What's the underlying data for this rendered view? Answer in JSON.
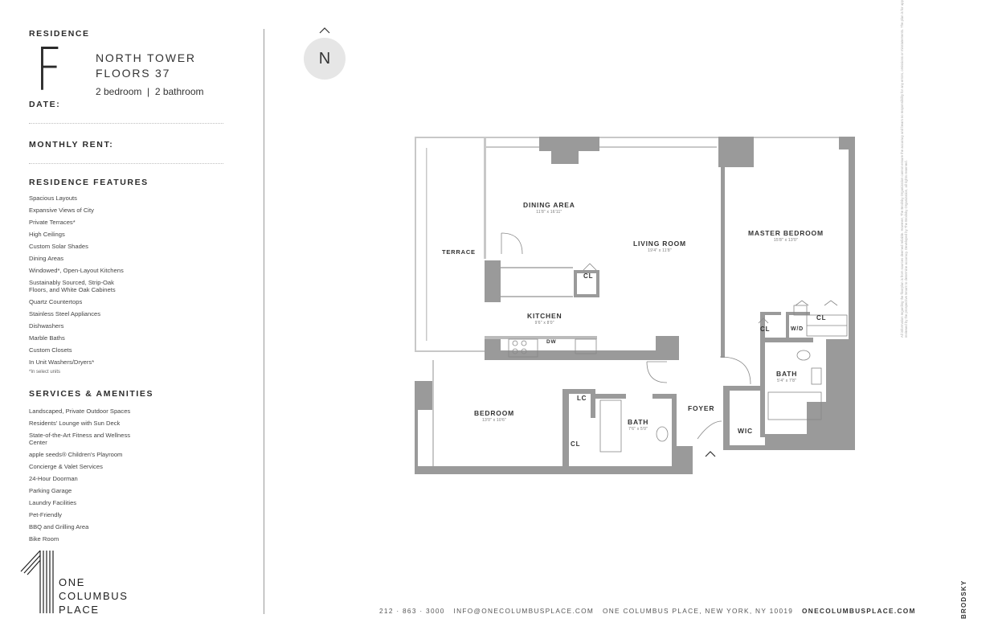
{
  "header": {
    "residence_label": "RESIDENCE",
    "residence_letter": "F",
    "tower": "NORTH TOWER",
    "floors": "FLOORS 37",
    "beds_baths": "2 bedroom  |  2 bathroom",
    "date_label": "DATE:",
    "monthly_rent_label": "MONTHLY RENT:"
  },
  "features": {
    "title": "RESIDENCE FEATURES",
    "items": [
      "Spacious Layouts",
      "Expansive Views of City",
      "Private Terraces*",
      "High Ceilings",
      "Custom Solar Shades",
      "Dining Areas",
      "Windowed*, Open-Layout Kitchens",
      "Sustainably Sourced, Strip-Oak\nFloors, and White Oak Cabinets",
      "Quartz Countertops",
      "Stainless Steel Appliances",
      "Dishwashers",
      "Marble Baths",
      "Custom Closets",
      "In Unit Washers/Dryers*"
    ],
    "footnote": "*In select units"
  },
  "amenities": {
    "title": "SERVICES & AMENITIES",
    "items": [
      "Landscaped, Private Outdoor Spaces",
      "Residents' Lounge with Sun Deck",
      "State-of-the-Art Fitness and Wellness\nCenter",
      "apple seeds® Children's Playroom",
      "Concierge & Valet Services",
      "24-Hour Doorman",
      "Parking Garage",
      "Laundry Facilities",
      "Pet-Friendly",
      "BBQ and Grilling Area",
      "Bike Room"
    ]
  },
  "logo": {
    "line1": "ONE",
    "line2": "COLUMBUS",
    "line3": "PLACE"
  },
  "compass": {
    "letter": "N"
  },
  "floorplan": {
    "rooms": {
      "dining": {
        "name": "DINING AREA",
        "dim": "11'8\" x 16'11\""
      },
      "living": {
        "name": "LIVING ROOM",
        "dim": "19'4\" x 11'8\""
      },
      "master": {
        "name": "MASTER BEDROOM",
        "dim": "15'8\" x 13'0\""
      },
      "terrace": {
        "name": "TERRACE"
      },
      "kitchen": {
        "name": "KITCHEN",
        "dim": "9'6\" x 8'0\""
      },
      "bedroom": {
        "name": "BEDROOM",
        "dim": "13'0\" x 10'6\""
      },
      "bath1": {
        "name": "BATH",
        "dim": "7'6\" x 5'0\""
      },
      "bath2": {
        "name": "BATH",
        "dim": "5'4\" x 7'8\""
      },
      "foyer": {
        "name": "FOYER"
      },
      "wic": {
        "name": "WIC"
      },
      "cl_kitchen": "CL",
      "cl_master1": "CL",
      "cl_master2": "CL",
      "wd": "W/D",
      "dw": "DW",
      "lc": "LC",
      "cl_bedroom": "CL"
    }
  },
  "footer": {
    "phone": "212 · 863 · 3000",
    "email": "INFO@ONECOLUMBUSPLACE.COM",
    "address": "ONE COLUMBUS PLACE, NEW YORK, NY 10019",
    "website": "ONECOLUMBUSPLACE.COM"
  },
  "side": {
    "brand": "BRODSKY",
    "legal": "All information regarding the floorplan is from sources deemed reliable. However, The Brodsky Organization cannot ensure the accuracy and bears no responsibility for any errors, omissions or misstatements. The plan is for approximate informational purposes only and should be verified. All dimensions are approximate and should be reviewed by the prospective tenant to determine accuracy. Developed by The Brodsky Organization, all rights reserved."
  }
}
